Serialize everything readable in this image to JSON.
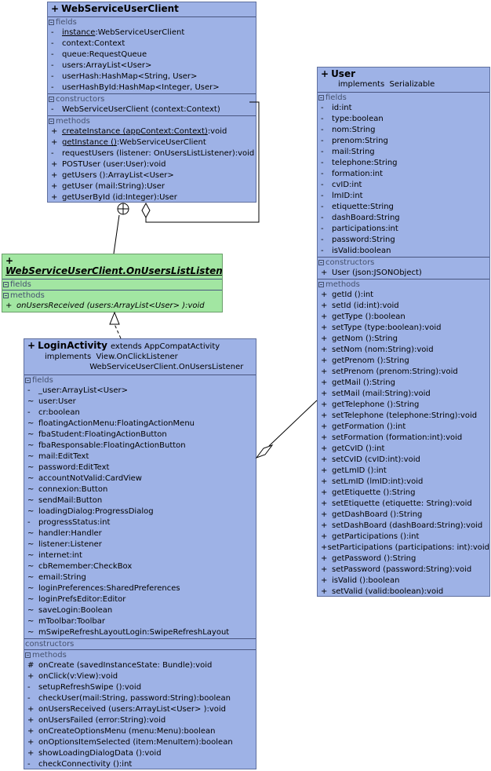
{
  "classes": {
    "ws": {
      "title": "WebServiceUserClient",
      "visibility": "+",
      "fields_label": "fields",
      "fields": [
        {
          "vis": "-",
          "text": "instance",
          "rest": ":WebServiceUserClient",
          "underline": true
        },
        {
          "vis": "-",
          "text": "context:Context"
        },
        {
          "vis": "-",
          "text": "queue:RequestQueue"
        },
        {
          "vis": "-",
          "text": "users:ArrayList<User>"
        },
        {
          "vis": "-",
          "text": "userHash:HashMap<String, User>"
        },
        {
          "vis": "-",
          "text": "userHashById:HashMap<Integer, User>"
        }
      ],
      "constructors_label": "constructors",
      "constructors": [
        {
          "vis": "-",
          "text": "WebServiceUserClient (context:Context)"
        }
      ],
      "methods_label": "methods",
      "methods": [
        {
          "vis": "+",
          "text": "createInstance (appContext:Context)",
          "rest": ":void",
          "underline": true
        },
        {
          "vis": "+",
          "text": "getInstance ()",
          "rest": ":WebServiceUserClient",
          "underline": true
        },
        {
          "vis": "-",
          "text": "requestUsers (listener: OnUsersListListener):void"
        },
        {
          "vis": "+",
          "text": "POSTUser (user:User):void"
        },
        {
          "vis": "+",
          "text": "getUsers ():ArrayList<User>"
        },
        {
          "vis": "+",
          "text": "getUser (mail:String):User"
        },
        {
          "vis": "+",
          "text": "getUserById (id:Integer):User"
        }
      ]
    },
    "listener": {
      "title": "WebServiceUserClient.OnUsersListListener",
      "visibility": "+",
      "fields_label": "fields",
      "methods_label": "methods",
      "methods": [
        {
          "vis": "+",
          "text": "onUsersReceived (users:ArrayList<User> ):void"
        },
        {
          "vis": "+",
          "text": "onUsersFailed (error:String):void"
        }
      ]
    },
    "user": {
      "title": "User",
      "visibility": "+",
      "implements": "implements  Serializable",
      "fields_label": "fields",
      "fields": [
        {
          "vis": "-",
          "text": "id:int"
        },
        {
          "vis": "-",
          "text": "type:boolean"
        },
        {
          "vis": "-",
          "text": "nom:String"
        },
        {
          "vis": "-",
          "text": "prenom:String"
        },
        {
          "vis": "-",
          "text": "mail:String"
        },
        {
          "vis": "-",
          "text": "telephone:String"
        },
        {
          "vis": "-",
          "text": "formation:int"
        },
        {
          "vis": "-",
          "text": "cvID:int"
        },
        {
          "vis": "-",
          "text": "lmID:int"
        },
        {
          "vis": "-",
          "text": "etiquette:String"
        },
        {
          "vis": "-",
          "text": "dashBoard:String"
        },
        {
          "vis": "-",
          "text": "participations:int"
        },
        {
          "vis": "-",
          "text": "password:String"
        },
        {
          "vis": "-",
          "text": "isValid:boolean"
        }
      ],
      "constructors_label": "constructors",
      "constructors": [
        {
          "vis": "+",
          "text": "User (json:JSONObject)"
        }
      ],
      "methods_label": "methods",
      "methods": [
        {
          "vis": "+",
          "text": "getId ():int"
        },
        {
          "vis": "+",
          "text": "setId (id:int):void"
        },
        {
          "vis": "+",
          "text": "getType ():boolean"
        },
        {
          "vis": "+",
          "text": "setType (type:boolean):void"
        },
        {
          "vis": "+",
          "text": "getNom ():String"
        },
        {
          "vis": "+",
          "text": "setNom (nom:String):void"
        },
        {
          "vis": "+",
          "text": "getPrenom ():String"
        },
        {
          "vis": "+",
          "text": "setPrenom (prenom:String):void"
        },
        {
          "vis": "+",
          "text": "getMail ():String"
        },
        {
          "vis": "+",
          "text": "setMail (mail:String):void"
        },
        {
          "vis": "+",
          "text": "getTelephone ():String"
        },
        {
          "vis": "+",
          "text": "setTelephone (telephone:String):void"
        },
        {
          "vis": "+",
          "text": "getFormation ():int"
        },
        {
          "vis": "+",
          "text": "setFormation (formation:int):void"
        },
        {
          "vis": "+",
          "text": "getCvID ():int"
        },
        {
          "vis": "+",
          "text": "setCvID (cvID:int):void"
        },
        {
          "vis": "+",
          "text": "getLmID ():int"
        },
        {
          "vis": "+",
          "text": "setLmID (lmID:int):void"
        },
        {
          "vis": "+",
          "text": "getEtiquette ():String"
        },
        {
          "vis": "+",
          "text": "setEtiquette (etiquette: String):void"
        },
        {
          "vis": "+",
          "text": "getDashBoard ():String"
        },
        {
          "vis": "+",
          "text": "setDashBoard (dashBoard:String):void"
        },
        {
          "vis": "+",
          "text": "getParticipations ():int"
        },
        {
          "vis": "+",
          "text": "setParticipations (participations: int):void"
        },
        {
          "vis": "+",
          "text": "getPassword ():String"
        },
        {
          "vis": "+",
          "text": "setPassword (password:String):void"
        },
        {
          "vis": "+",
          "text": "isValid ():boolean"
        },
        {
          "vis": "+",
          "text": "setValid (valid:boolean):void"
        }
      ]
    },
    "login": {
      "title": "LoginActivity",
      "visibility": "+",
      "extends": "extends  AppCompatActivity",
      "implements_lines": [
        "implements  View.OnClickListener",
        "                  WebServiceUserClient.OnUsersListener"
      ],
      "fields_label": "fields",
      "fields": [
        {
          "vis": "-",
          "text": "_user:ArrayList<User>"
        },
        {
          "vis": "~",
          "text": "user:User"
        },
        {
          "vis": "-",
          "text": "cr:boolean"
        },
        {
          "vis": "~",
          "text": "floatingActionMenu:FloatingActionMenu"
        },
        {
          "vis": "~",
          "text": "fbaStudent:FloatingActionButton"
        },
        {
          "vis": "~",
          "text": "fbaResponsable:FloatingActionButton"
        },
        {
          "vis": "~",
          "text": "mail:EditText"
        },
        {
          "vis": "~",
          "text": "password:EditText"
        },
        {
          "vis": "~",
          "text": "accountNotValid:CardView"
        },
        {
          "vis": "~",
          "text": "connexion:Button"
        },
        {
          "vis": "~",
          "text": "sendMail:Button"
        },
        {
          "vis": "~",
          "text": "loadingDialog:ProgressDialog"
        },
        {
          "vis": "-",
          "text": "progressStatus:int"
        },
        {
          "vis": "~",
          "text": "handler:Handler"
        },
        {
          "vis": "~",
          "text": "listener:Listener"
        },
        {
          "vis": "~",
          "text": "internet:int"
        },
        {
          "vis": "~",
          "text": "cbRemember:CheckBox"
        },
        {
          "vis": "~",
          "text": "email:String"
        },
        {
          "vis": "~",
          "text": "loginPreferences:SharedPreferences"
        },
        {
          "vis": "~",
          "text": "loginPrefsEditor:Editor"
        },
        {
          "vis": "~",
          "text": "saveLogin:Boolean"
        },
        {
          "vis": "~",
          "text": "mToolbar:Toolbar"
        },
        {
          "vis": "~",
          "text": "mSwipeRefreshLayoutLogin:SwipeRefreshLayout"
        }
      ],
      "constructors_label": "constructors",
      "methods_label": "methods",
      "methods": [
        {
          "vis": "#",
          "text": "onCreate (savedInstanceState: Bundle):void"
        },
        {
          "vis": "+",
          "text": "onClick(v:View):void"
        },
        {
          "vis": "-",
          "text": "setupRefreshSwipe ():void"
        },
        {
          "vis": "-",
          "text": "checkUser(mail:String, password:String):boolean"
        },
        {
          "vis": "+",
          "text": "onUsersReceived (users:ArrayList<User> ):void"
        },
        {
          "vis": "+",
          "text": "onUsersFailed (error:String):void"
        },
        {
          "vis": "+",
          "text": "onCreateOptionsMenu (menu:Menu):boolean"
        },
        {
          "vis": "+",
          "text": "onOptionsItemSelected (item:MenuItem):boolean"
        },
        {
          "vis": "+",
          "text": "showLoadingDialogData ():void"
        },
        {
          "vis": "-",
          "text": "checkConnectivity ():int"
        }
      ]
    }
  },
  "colors": {
    "class_fill": "#9eb2e6",
    "interface_fill": "#a2e6a2",
    "line": "#000000"
  }
}
